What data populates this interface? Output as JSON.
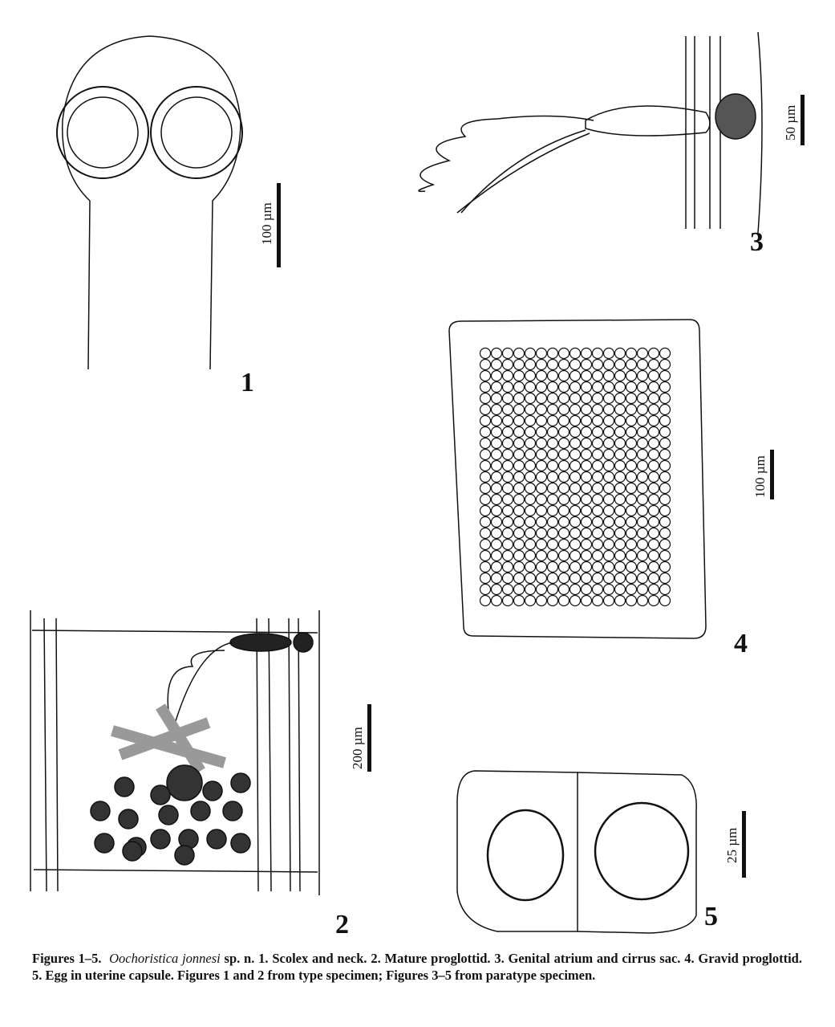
{
  "figures": [
    {
      "number": "1",
      "scale": "100 µm",
      "title": "Scolex and neck"
    },
    {
      "number": "2",
      "scale": "200 µm",
      "title": "Mature proglottid"
    },
    {
      "number": "3",
      "scale": "50 µm",
      "title": "Genital atrium and cirrus sac"
    },
    {
      "number": "4",
      "scale": "100 µm",
      "title": "Gravid proglottid"
    },
    {
      "number": "5",
      "scale": "25 µm",
      "title": "Egg in uterine capsule"
    }
  ],
  "caption": {
    "lead": "Figures 1–5.",
    "species": "Oochoristica jonnesi",
    "rest": " sp. n. 1. Scolex and neck. 2. Mature proglottid. 3. Genital atrium and cirrus sac. 4. Gravid proglottid. 5. Egg in uterine capsule. Figures 1 and 2 from type specimen; Figures 3–5 from paratype specimen."
  }
}
